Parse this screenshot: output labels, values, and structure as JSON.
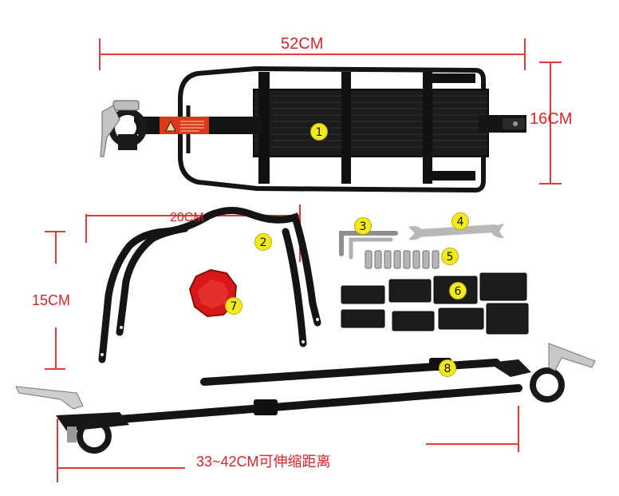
{
  "dimensions": {
    "rack_width": "52CM",
    "rack_height": "16CM",
    "stay_width": "20CM",
    "stay_height": "15CM",
    "arm_range": "33~42CM可伸缩距离"
  },
  "part_numbers": [
    "1",
    "2",
    "3",
    "4",
    "5",
    "6",
    "7",
    "8"
  ],
  "colors": {
    "dimension_lines": "#e03a3a",
    "dimension_text": "#d8262b",
    "badge": "#f2ea1a",
    "metal": "#141414",
    "reflector": "#d81818",
    "warning_label": "#d83a1a"
  },
  "icons": [
    "warning-triangle-icon"
  ]
}
